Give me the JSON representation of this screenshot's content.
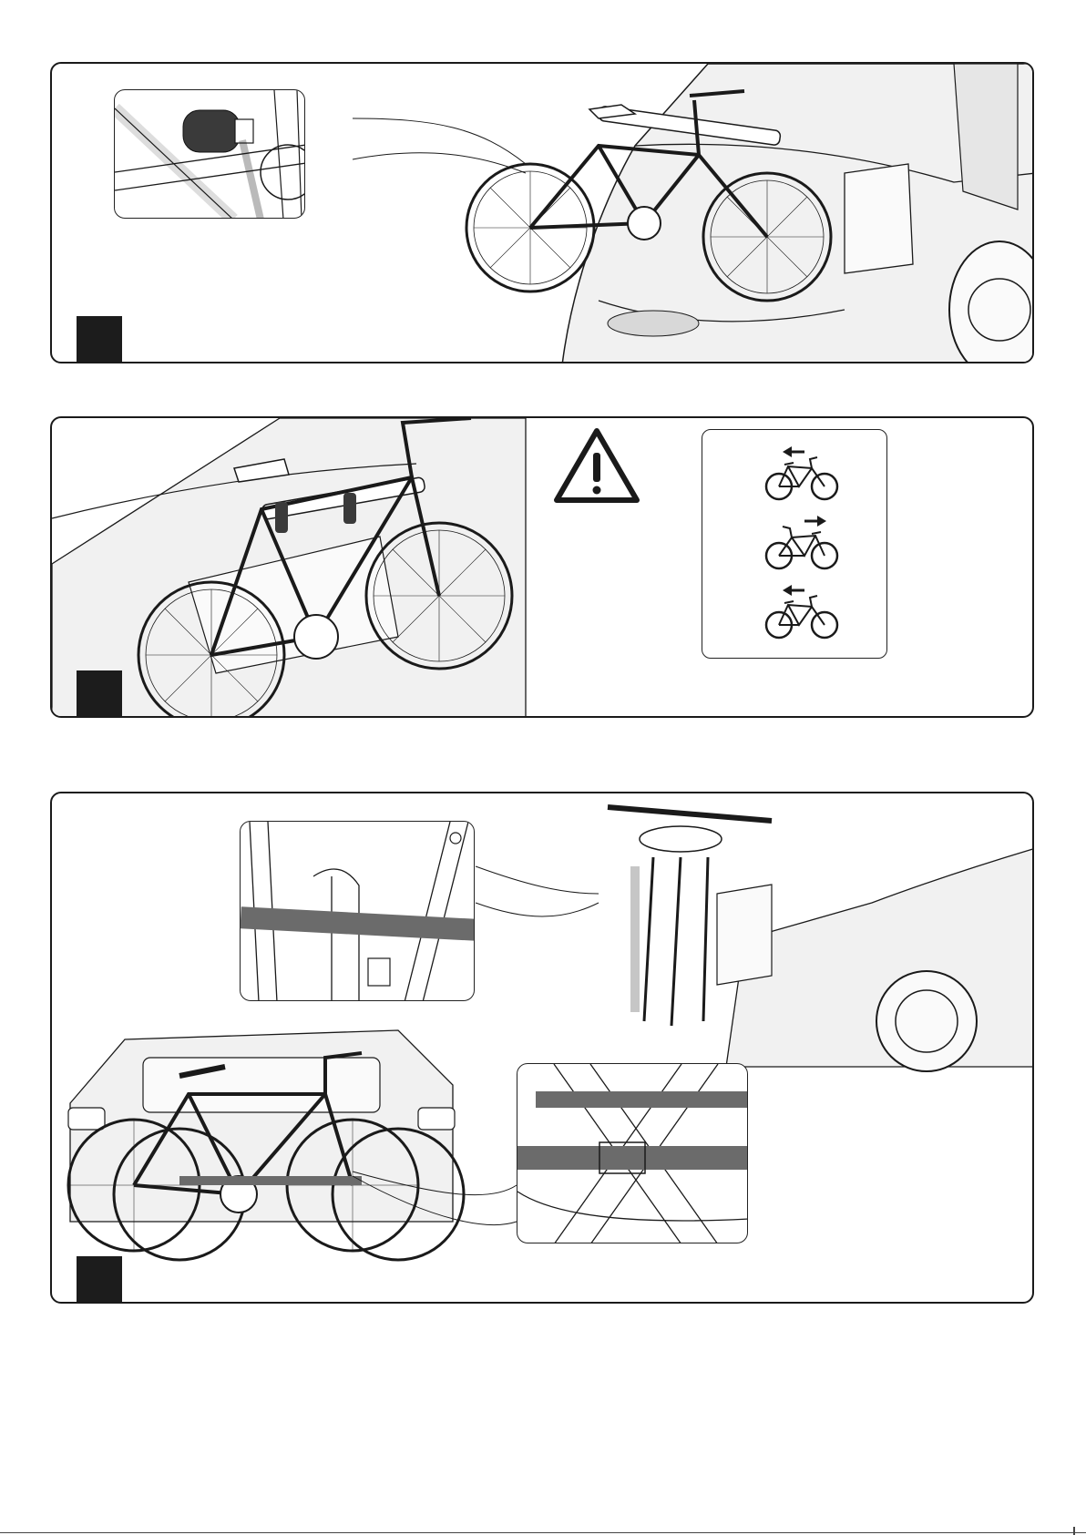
{
  "steps": [
    {
      "id": "step-1",
      "number": ""
    },
    {
      "id": "step-2",
      "number": ""
    },
    {
      "id": "step-3",
      "number": ""
    }
  ],
  "legend": {
    "icons": [
      "warning-triangle-icon",
      "bicycle-arrow-left-icon",
      "bicycle-arrow-right-icon",
      "bicycle-arrow-left-icon"
    ]
  },
  "colors": {
    "line": "#1a1a1a",
    "car_fill": "#f1f1f1",
    "strap": "#6b6b6b",
    "step_box": "#1c1c1c"
  }
}
